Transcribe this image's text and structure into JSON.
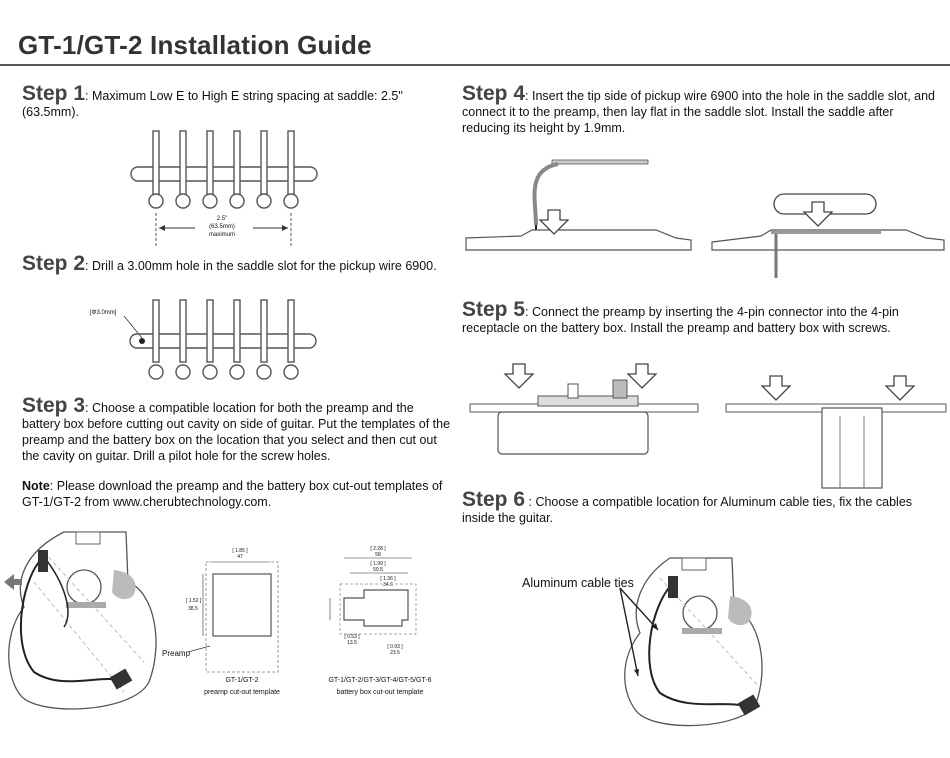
{
  "title": "GT-1/GT-2 Installation Guide",
  "steps": [
    {
      "label": "Step 1",
      "text": ": Maximum Low E to High E string spacing at saddle: 2.5\" (63.5mm)."
    },
    {
      "label": "Step 2",
      "text": ": Drill a 3.00mm hole in the saddle slot for the pickup wire 6900."
    },
    {
      "label": "Step 3",
      "text": ": Choose a compatible location for both the preamp and the battery box before cutting out cavity on side of guitar. Put the templates of the preamp and the battery box on the location that you select  and then cut out the cavity on guitar. Drill a pilot hole for the screw holes."
    },
    {
      "label": "Step 4",
      "text": ": Insert the tip side of pickup wire 6900 into the hole in the saddle slot, and connect it to the preamp, then lay flat in the saddle slot. Install the saddle after reducing its height by 1.9mm."
    },
    {
      "label": "Step 5",
      "text": ": Connect the preamp by inserting the 4-pin connector into the 4-pin receptacle on the battery box. Install the preamp and battery box with screws."
    },
    {
      "label": "Step 6",
      "text": " : Choose a compatible location for Aluminum cable ties, fix the cables inside the guitar."
    }
  ],
  "note": {
    "label": "Note",
    "text": ": Please download the preamp and the battery box cut-out templates of GT-1/GT-2 from www.cherubtechnology.com."
  },
  "diagram_labels": {
    "spacing_line1": "2.5\"",
    "spacing_line2": "(63.5mm)",
    "spacing_line3": "maximum",
    "hole": "[Φ3.0mm]",
    "preamp": "Preamp",
    "cable_ties": "Aluminum cable ties",
    "tpl1_name": "GT-1/GT-2",
    "tpl1_caption": "preamp cut-out template",
    "tpl2_name": "GT-1/GT-2/GT-3/GT-4/GT-5/GT-6",
    "tpl2_caption": "battery box cut-out template",
    "tpl1_dim_w": "[ 1.85 ]",
    "tpl1_dim_w2": "47",
    "tpl1_dim_h": "[ 1.52 ]",
    "tpl1_dim_h2": "38.5",
    "tpl2_dim_a": "[ 2.28 ]",
    "tpl2_dim_a2": "58",
    "tpl2_dim_b": "[ 1.99 ]",
    "tpl2_dim_b2": "50.5",
    "tpl2_dim_c": "[ 1.36 ]",
    "tpl2_dim_c2": "34.6",
    "tpl2_dim_d": "[ 0.53 ]",
    "tpl2_dim_d2": "13.5",
    "tpl2_dim_e": "[ 0.93 ]",
    "tpl2_dim_e2": "23.5"
  }
}
